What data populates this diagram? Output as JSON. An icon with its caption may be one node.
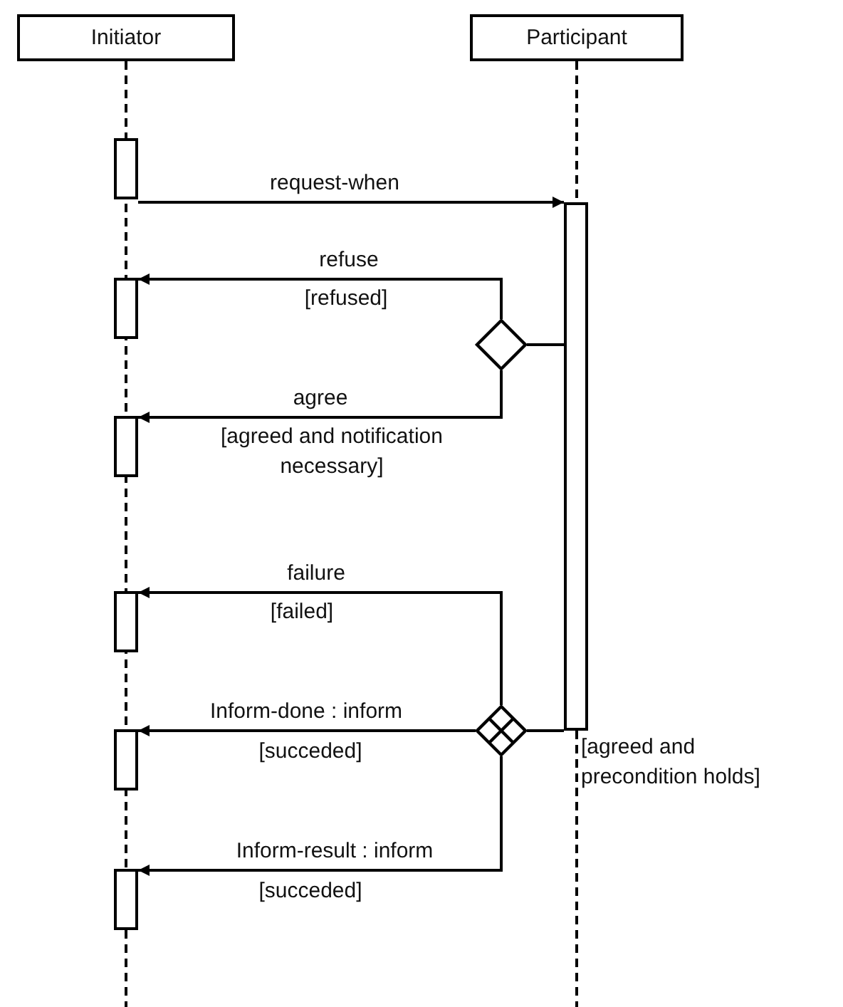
{
  "diagram": {
    "nodes": [
      {
        "text": [
          "Initiator"
        ]
      },
      {
        "text": [
          "Participant"
        ]
      },
      {
        "text": [],
        "shape": "bar"
      },
      {
        "text": [],
        "shape": "bar"
      },
      {
        "text": [],
        "shape": "bar"
      },
      {
        "text": [],
        "shape": "diamond"
      },
      {
        "text": [],
        "shape": "bar"
      },
      {
        "text": [],
        "shape": "bar"
      },
      {
        "text": [],
        "shape": "bar"
      },
      {
        "text": [],
        "shape": "diamond"
      },
      {
        "text": [],
        "shape": "bar"
      }
    ],
    "edges": [
      {
        "from": 2,
        "to": 3,
        "arrow": "to",
        "label": "request-when"
      },
      {
        "from": 3,
        "to": 5,
        "arrow": "none"
      },
      {
        "from": 5,
        "to": 4,
        "arrow": "to",
        "label": "refuse"
      },
      {
        "from": 5,
        "to": 6,
        "arrow": "to",
        "label": "agree"
      },
      {
        "from": 3,
        "to": 9,
        "arrow": "none"
      },
      {
        "from": 9,
        "to": 7,
        "arrow": "to",
        "label": "failure"
      },
      {
        "from": 9,
        "to": 8,
        "arrow": "to",
        "label": "Inform-done : inform"
      },
      {
        "from": 9,
        "to": 10,
        "arrow": "to",
        "label": "Inform-result : inform"
      }
    ],
    "labels": [
      "[refused]",
      "[agreed and notification necessary]",
      "[failed]",
      "[succeded]",
      "[agreed and precondition holds]",
      "[succeded]"
    ]
  }
}
